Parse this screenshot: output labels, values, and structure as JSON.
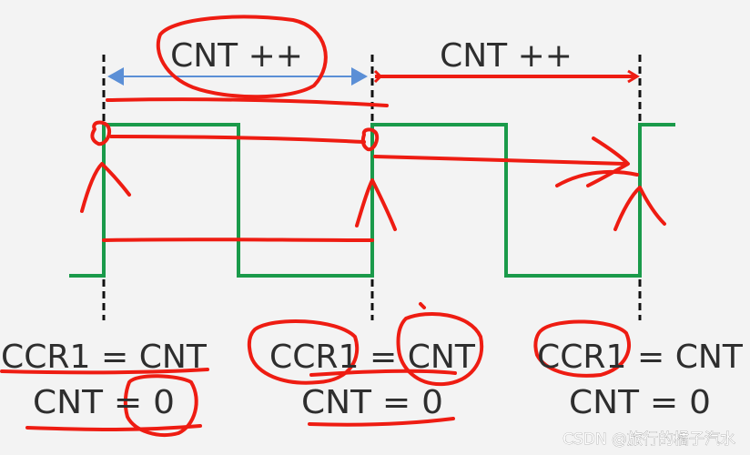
{
  "top_labels": {
    "interval_1": "CNT ++",
    "interval_2": "CNT ++"
  },
  "edges": [
    {
      "ccr_line": "CCR1 = CNT",
      "cnt_line": "CNT = 0"
    },
    {
      "ccr_line": "CCR1 = CNT",
      "cnt_line": "CNT = 0"
    },
    {
      "ccr_line": "CCR1 = CNT",
      "cnt_line": "CNT = 0"
    }
  ],
  "watermark": "CSDN @旅行的橘子汽水",
  "colors": {
    "signal": "#1a9a4a",
    "annotation": "#ee1c12",
    "interval_arrow": "#5b8fd6",
    "marker": "#111111",
    "text": "#2e2e2e"
  }
}
